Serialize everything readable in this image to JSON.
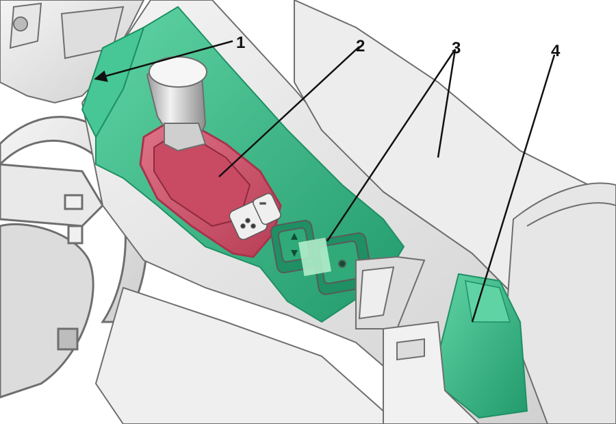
{
  "callouts": [
    {
      "id": "1",
      "label": "1"
    },
    {
      "id": "2",
      "label": "2"
    },
    {
      "id": "3",
      "label": "3"
    },
    {
      "id": "4",
      "label": "4"
    }
  ],
  "colors": {
    "highlight_green": "#3dbf8c",
    "highlight_green_dark": "#1f8f64",
    "highlight_red": "#d9566e",
    "highlight_red_dark": "#a8344b",
    "line_art": "#6e6e6e",
    "background": "#ffffff"
  }
}
